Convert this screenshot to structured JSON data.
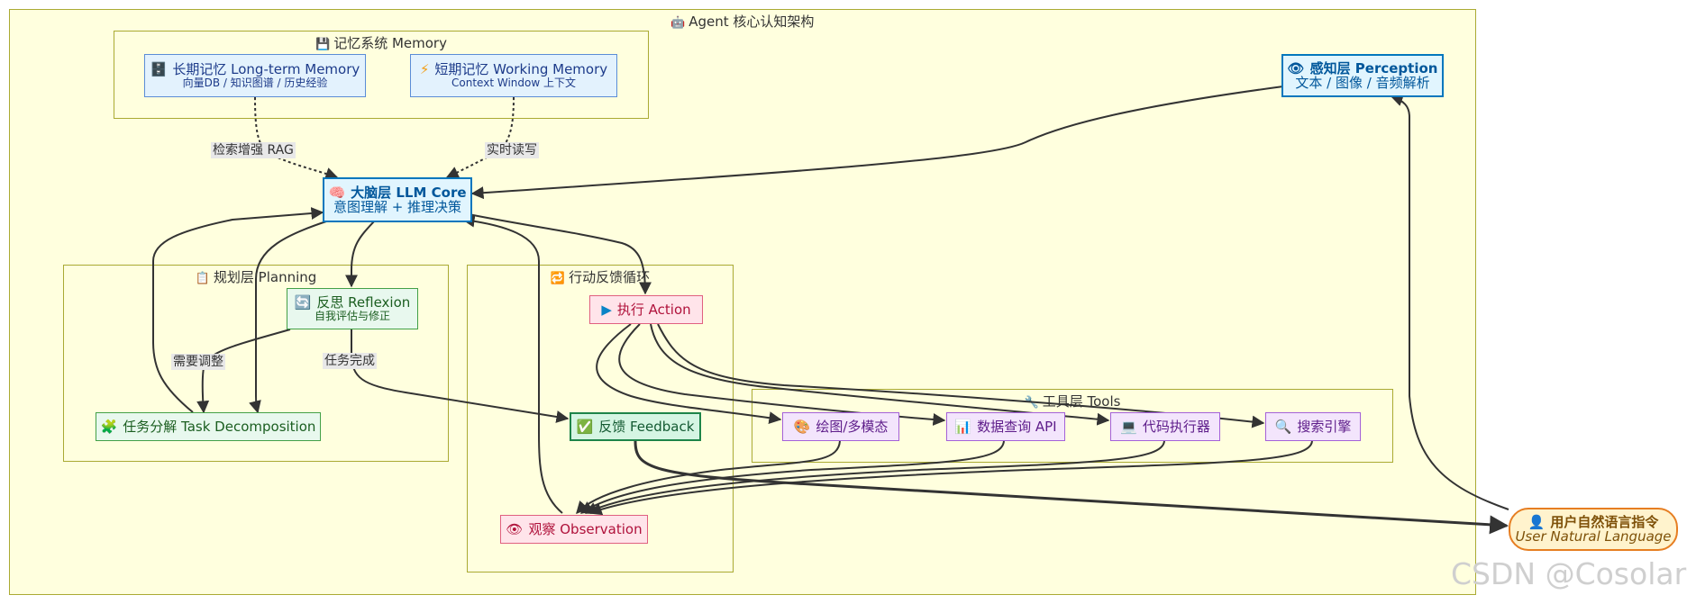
{
  "clusters": {
    "agent": {
      "title": "Agent 核心认知架构",
      "icon": "robot-icon"
    },
    "memory": {
      "title": "记忆系统 Memory",
      "icon": "floppy-disk-icon"
    },
    "planning": {
      "title": "规划层 Planning",
      "icon": "clipboard-icon"
    },
    "action_loop": {
      "title": "行动反馈循环",
      "icon": "repeat-icon"
    },
    "tools": {
      "title": "工具层 Tools",
      "icon": "wrench-icon"
    }
  },
  "nodes": {
    "long_term_memory": {
      "title": "长期记忆 Long-term Memory",
      "subtitle": "向量DB / 知识图谱 / 历史经验",
      "icon": "cabinet-icon"
    },
    "working_memory": {
      "title": "短期记忆 Working Memory",
      "subtitle": "Context Window 上下文",
      "icon": "lightning-icon"
    },
    "perception": {
      "title": "感知层 Perception",
      "subtitle": "文本 / 图像 / 音频解析",
      "icon": "eye-icon"
    },
    "llm_core": {
      "title": "大脑层 LLM Core",
      "subtitle": "意图理解 + 推理决策",
      "icon": "brain-icon"
    },
    "reflexion": {
      "title": "反思 Reflexion",
      "subtitle": "自我评估与修正",
      "icon": "cycle-icon"
    },
    "task_decomposition": {
      "title": "任务分解 Task Decomposition",
      "icon": "puzzle-icon"
    },
    "action": {
      "title": "执行 Action",
      "icon": "play-icon"
    },
    "feedback": {
      "title": "反馈 Feedback",
      "icon": "check-icon"
    },
    "observation": {
      "title": "观察 Observation",
      "icon": "eye-icon"
    },
    "drawing": {
      "title": "绘图/多模态",
      "icon": "palette-icon"
    },
    "data_query": {
      "title": "数据查询 API",
      "icon": "bar-chart-icon"
    },
    "code_exec": {
      "title": "代码执行器",
      "icon": "computer-icon"
    },
    "search": {
      "title": "搜索引擎",
      "icon": "magnifier-icon"
    },
    "user_instruction": {
      "title": "用户自然语言指令",
      "subtitle": "User Natural Language",
      "icon": "user-icon"
    }
  },
  "edge_labels": {
    "rag": "检索增强 RAG",
    "realtime_rw": "实时读写",
    "needs_adjust": "需要调整",
    "task_done": "任务完成"
  },
  "watermark": "CSDN @Cosolar"
}
